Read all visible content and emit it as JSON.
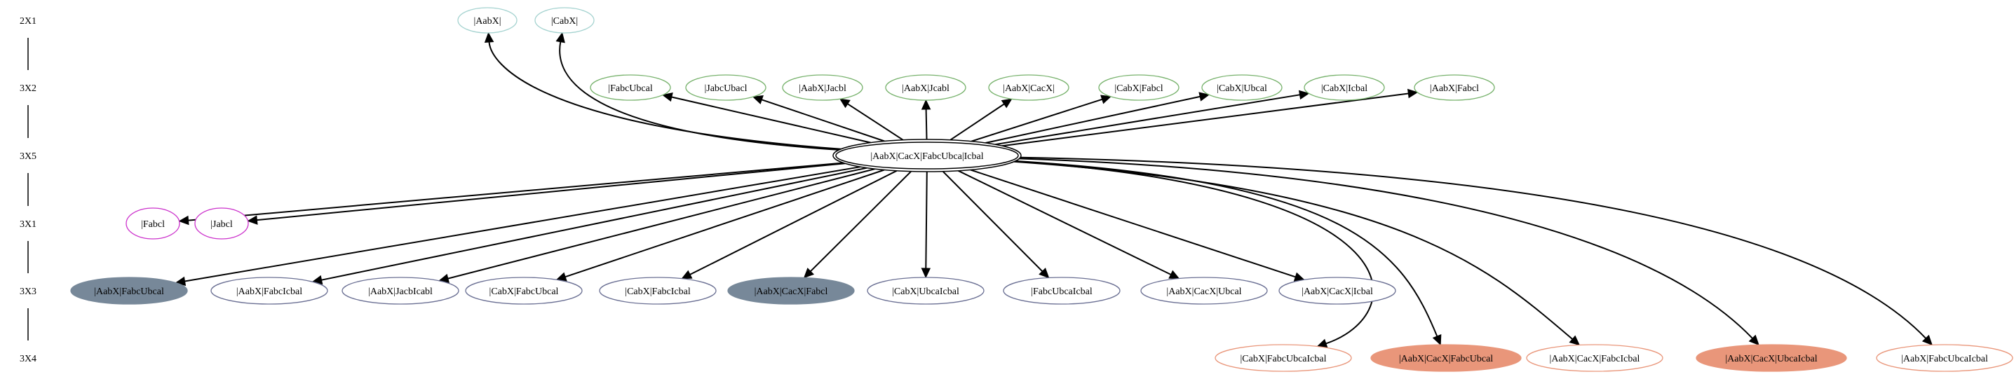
{
  "colors": {
    "teal_outline": "#a5d3d0",
    "green_outline": "#77b26c",
    "magenta_outline": "#cc33cc",
    "slate_outline": "#6a6f93",
    "slate_fill": "#778899",
    "salmon_outline": "#e9967a",
    "salmon_fill": "#e9967a",
    "edge": "#000000",
    "center_outline": "#000000"
  },
  "ranks": [
    {
      "id": "r0",
      "label": "2X1"
    },
    {
      "id": "r1",
      "label": "3X2"
    },
    {
      "id": "r2",
      "label": "3X5"
    },
    {
      "id": "r3",
      "label": "3X1"
    },
    {
      "id": "r4",
      "label": "3X3"
    },
    {
      "id": "r5",
      "label": "3X4"
    }
  ],
  "center": {
    "id": "c",
    "label": "|AabX|CacX|FabcUbca|Icbal"
  },
  "nodes": [
    {
      "id": "n0",
      "rank": 0,
      "label": "|AabX|",
      "style": "teal"
    },
    {
      "id": "n1",
      "rank": 0,
      "label": "|CabX|",
      "style": "teal"
    },
    {
      "id": "n2",
      "rank": 1,
      "label": "|FabcUbcal",
      "style": "green"
    },
    {
      "id": "n3",
      "rank": 1,
      "label": "|JabcUbacl",
      "style": "green"
    },
    {
      "id": "n4",
      "rank": 1,
      "label": "|AabX|Jacbl",
      "style": "green"
    },
    {
      "id": "n5",
      "rank": 1,
      "label": "|AabX|Jcabl",
      "style": "green"
    },
    {
      "id": "n6",
      "rank": 1,
      "label": "|AabX|CacX|",
      "style": "green"
    },
    {
      "id": "n7",
      "rank": 1,
      "label": "|CabX|Fabcl",
      "style": "green"
    },
    {
      "id": "n8",
      "rank": 1,
      "label": "|CabX|Ubcal",
      "style": "green"
    },
    {
      "id": "n9",
      "rank": 1,
      "label": "|CabX|Icbal",
      "style": "green"
    },
    {
      "id": "n10",
      "rank": 1,
      "label": "|AabX|Fabcl",
      "style": "green"
    },
    {
      "id": "n11",
      "rank": 3,
      "label": "|Fabcl",
      "style": "magenta"
    },
    {
      "id": "n12",
      "rank": 3,
      "label": "|Jabcl",
      "style": "magenta"
    },
    {
      "id": "n13",
      "rank": 4,
      "label": "|AabX|FabcUbcal",
      "style": "slate-filled"
    },
    {
      "id": "n14",
      "rank": 4,
      "label": "|AabX|FabcIcbal",
      "style": "slate"
    },
    {
      "id": "n15",
      "rank": 4,
      "label": "|AabX|JacbIcabl",
      "style": "slate"
    },
    {
      "id": "n16",
      "rank": 4,
      "label": "|CabX|FabcUbcal",
      "style": "slate"
    },
    {
      "id": "n17",
      "rank": 4,
      "label": "|CabX|FabcIcbal",
      "style": "slate"
    },
    {
      "id": "n18",
      "rank": 4,
      "label": "|AabX|CacX|Fabcl",
      "style": "slate-filled"
    },
    {
      "id": "n19",
      "rank": 4,
      "label": "|CabX|UbcaIcbal",
      "style": "slate"
    },
    {
      "id": "n20",
      "rank": 4,
      "label": "|FabcUbcaIcbal",
      "style": "slate"
    },
    {
      "id": "n21",
      "rank": 4,
      "label": "|AabX|CacX|Ubcal",
      "style": "slate"
    },
    {
      "id": "n22",
      "rank": 4,
      "label": "|AabX|CacX|Icbal",
      "style": "slate"
    },
    {
      "id": "n23",
      "rank": 5,
      "label": "|CabX|FabcUbcaIcbal",
      "style": "salmon"
    },
    {
      "id": "n24",
      "rank": 5,
      "label": "|AabX|CacX|FabcUbcal",
      "style": "salmon-filled"
    },
    {
      "id": "n25",
      "rank": 5,
      "label": "|AabX|CacX|FabcIcbal",
      "style": "salmon"
    },
    {
      "id": "n26",
      "rank": 5,
      "label": "|AabX|CacX|UbcaIcbal",
      "style": "salmon-filled"
    },
    {
      "id": "n27",
      "rank": 5,
      "label": "|AabX|FabcUbcaIcbal",
      "style": "salmon"
    }
  ]
}
